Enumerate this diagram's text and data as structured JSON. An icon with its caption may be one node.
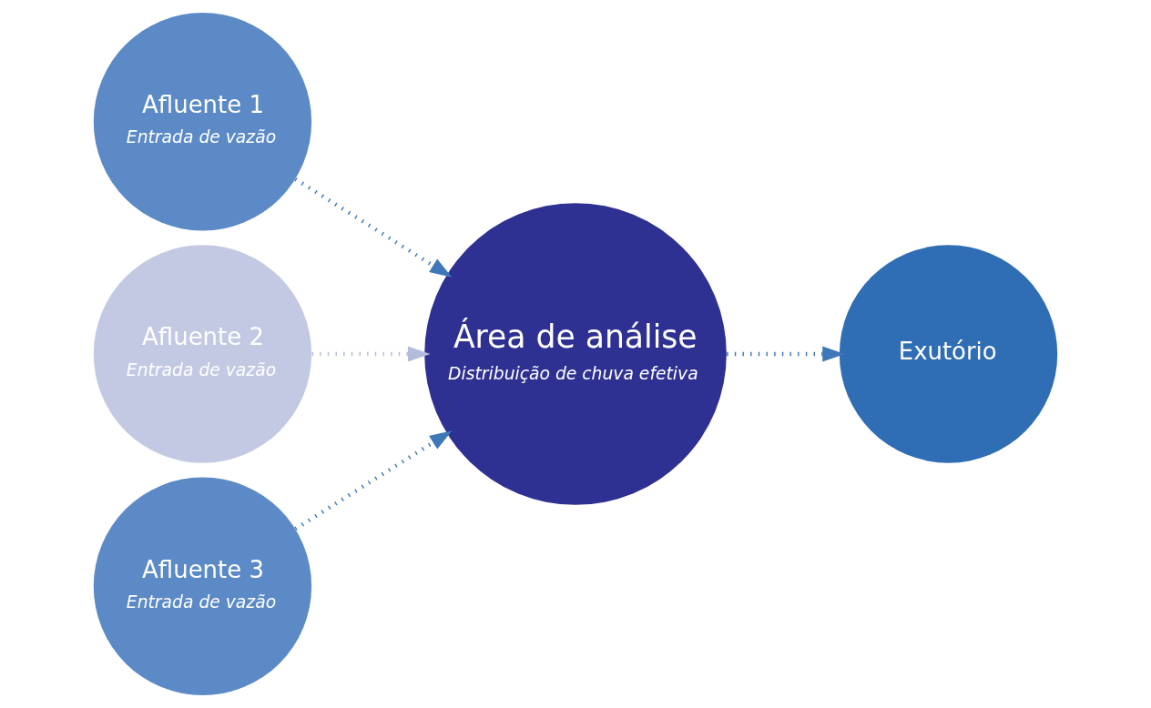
{
  "diagram": {
    "nodes": [
      {
        "text": [
          "Afluente 1",
          "Entrada de vazão"
        ]
      },
      {
        "text": [
          "Afluente 2",
          "Entrada de vazão"
        ]
      },
      {
        "text": [
          "Afluente 3",
          "Entrada de vazão"
        ]
      },
      {
        "text": [
          "Área de análise",
          "Distribuição de chuva efetiva"
        ]
      },
      {
        "text": [
          "Exutório"
        ]
      }
    ],
    "edges": [
      {
        "from": 0,
        "to": 3,
        "arrow": "to"
      },
      {
        "from": 1,
        "to": 3,
        "arrow": "to",
        "color": "#b4bcdc"
      },
      {
        "from": 2,
        "to": 3,
        "arrow": "to"
      },
      {
        "from": 3,
        "to": 4,
        "arrow": "to"
      }
    ]
  }
}
